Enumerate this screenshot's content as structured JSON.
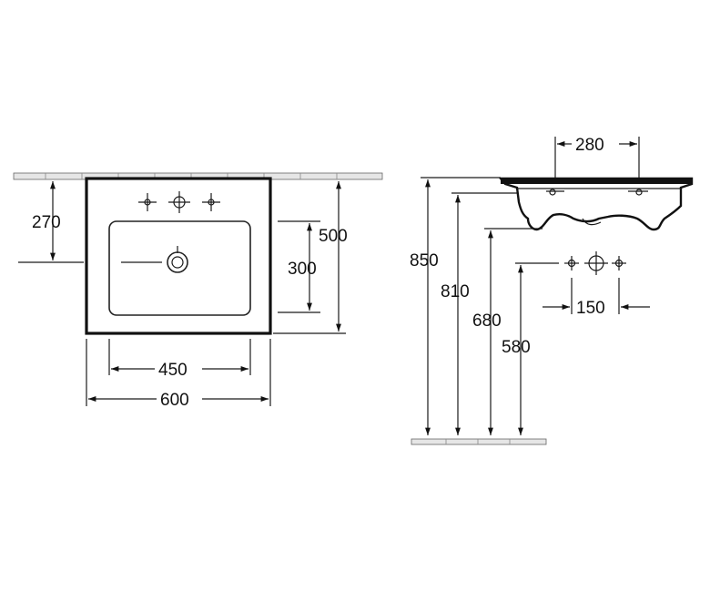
{
  "top_view": {
    "dimensions": {
      "depth_to_tap": "270",
      "total_depth": "500",
      "bowl_depth": "300",
      "bowl_width": "450",
      "total_width": "600"
    }
  },
  "side_view": {
    "dimensions": {
      "tap_spacing_top": "280",
      "height_top": "850",
      "height_rim": "810",
      "height_bowl_bottom": "680",
      "height_tap_holes": "580",
      "tap_spacing": "150"
    }
  }
}
